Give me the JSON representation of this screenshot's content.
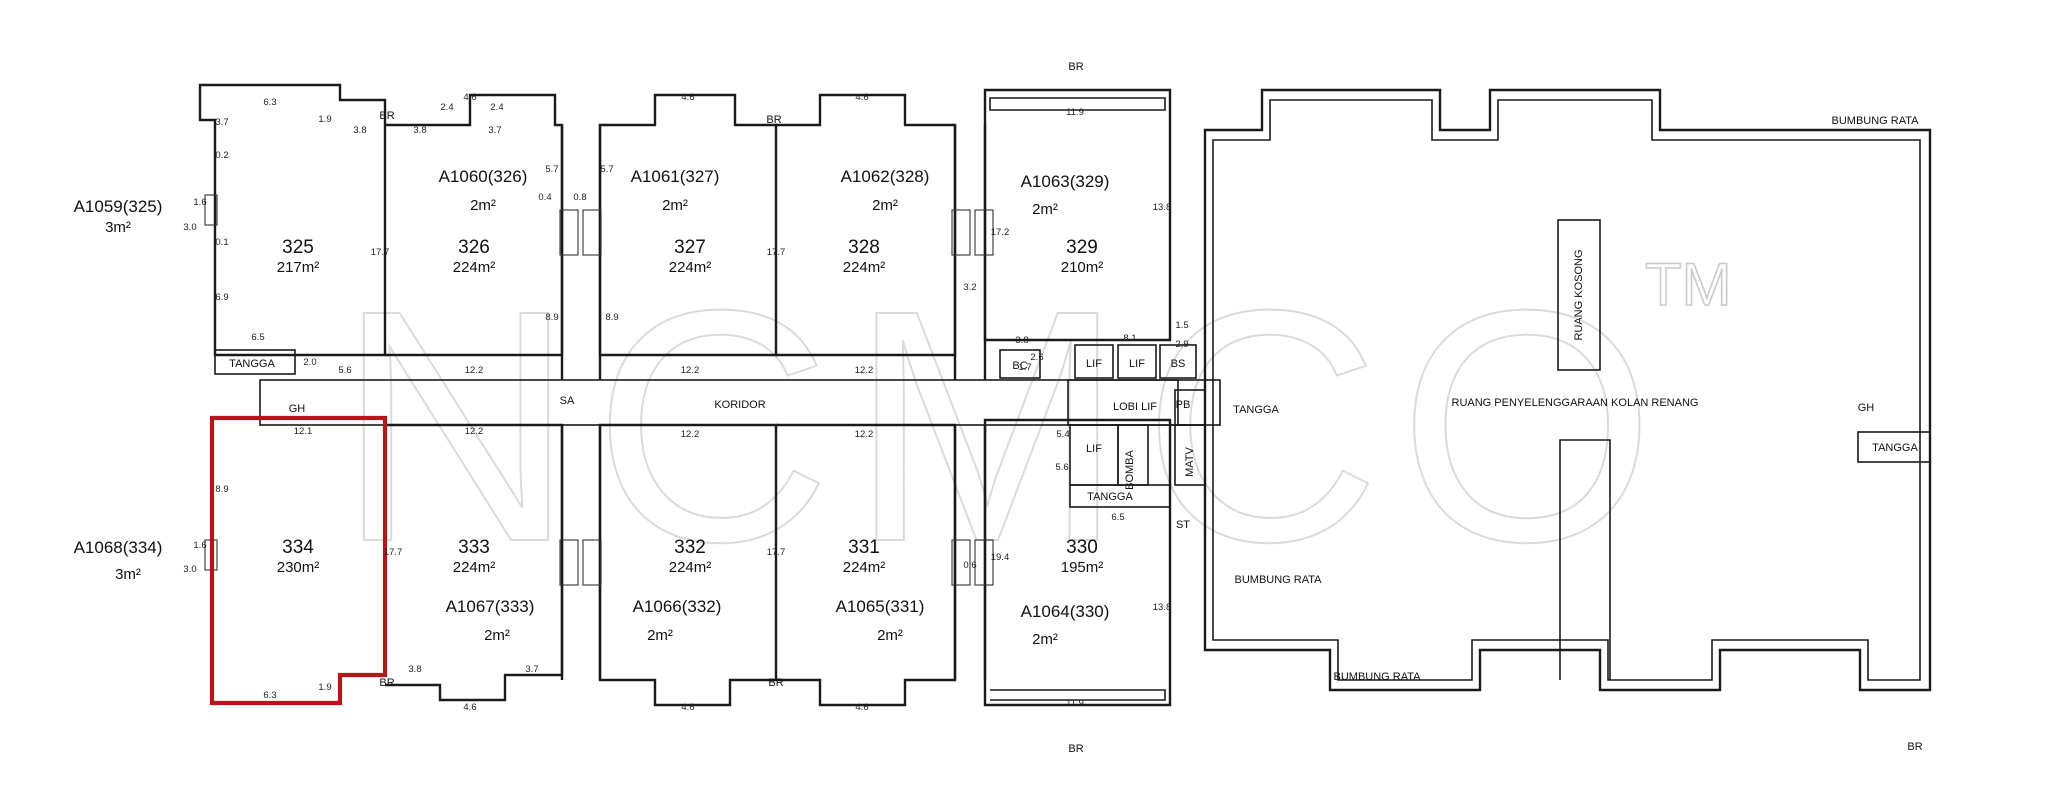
{
  "watermark": {
    "text": "NCMCO",
    "mark": "TM"
  },
  "units": [
    {
      "no": "325",
      "area": "217m²",
      "acc_id": "A1059(325)",
      "acc_area": "3m²"
    },
    {
      "no": "326",
      "area": "224m²",
      "acc_id": "A1060(326)",
      "acc_area": "2m²"
    },
    {
      "no": "327",
      "area": "224m²",
      "acc_id": "A1061(327)",
      "acc_area": "2m²"
    },
    {
      "no": "328",
      "area": "224m²",
      "acc_id": "A1062(328)",
      "acc_area": "2m²"
    },
    {
      "no": "329",
      "area": "210m²",
      "acc_id": "A1063(329)",
      "acc_area": "2m²"
    },
    {
      "no": "334",
      "area": "230m²",
      "acc_id": "A1068(334)",
      "acc_area": "3m²",
      "highlighted": true
    },
    {
      "no": "333",
      "area": "224m²",
      "acc_id": "A1067(333)",
      "acc_area": "2m²"
    },
    {
      "no": "332",
      "area": "224m²",
      "acc_id": "A1066(332)",
      "acc_area": "2m²"
    },
    {
      "no": "331",
      "area": "224m²",
      "acc_id": "A1065(331)",
      "acc_area": "2m²"
    },
    {
      "no": "330",
      "area": "195m²",
      "acc_id": "A1064(330)",
      "acc_area": "2m²"
    }
  ],
  "labels": {
    "koridor": "KORIDOR",
    "tangga": "TANGGA",
    "lobi_lif": "LOBI LIF",
    "lif": "LIF",
    "bomba": "BOMBA",
    "bs": "BS",
    "bc": "BC",
    "pb": "PB",
    "matv": "MATV",
    "st": "ST",
    "sa": "SA",
    "gh": "GH",
    "br": "BR",
    "ruang_kosong": "RUANG KOSONG",
    "ruang_penyelenggaraan": "RUANG PENYELENGGARAAN KOLAN RENANG",
    "bumbung_rata": "BUMBUNG RATA"
  },
  "dimensions": {
    "d_6_3": "6.3",
    "d_1_9": "1.9",
    "d_3_8": "3.8",
    "d_2_4": "2.4",
    "d_4_6": "4.6",
    "d_3_7": "3.7",
    "d_0_2": "0.2",
    "d_6_9": "6.9",
    "d_1_6": "1.6",
    "d_3_0": "3.0",
    "d_0_1": "0.1",
    "d_8_9": "8.9",
    "d_6_5": "6.5",
    "d_2_0": "2.0",
    "d_5_6": "5.6",
    "d_12_2": "12.2",
    "d_12_1": "12.1",
    "d_17_7": "17.7",
    "d_5_7": "5.7",
    "d_0_4": "0.4",
    "d_0_8": "0.8",
    "d_3_2": "3.2",
    "d_11_9": "11.9",
    "d_13_8": "13.8",
    "d_17_2": "17.2",
    "d_1_5": "1.5",
    "d_2_9": "2.9",
    "d_8_1": "8.1",
    "d_1_7": "1.7",
    "d_5_4": "5.4",
    "d_19_4": "19.4",
    "d_2_6": "2.6",
    "d_0_6": "0.6"
  }
}
